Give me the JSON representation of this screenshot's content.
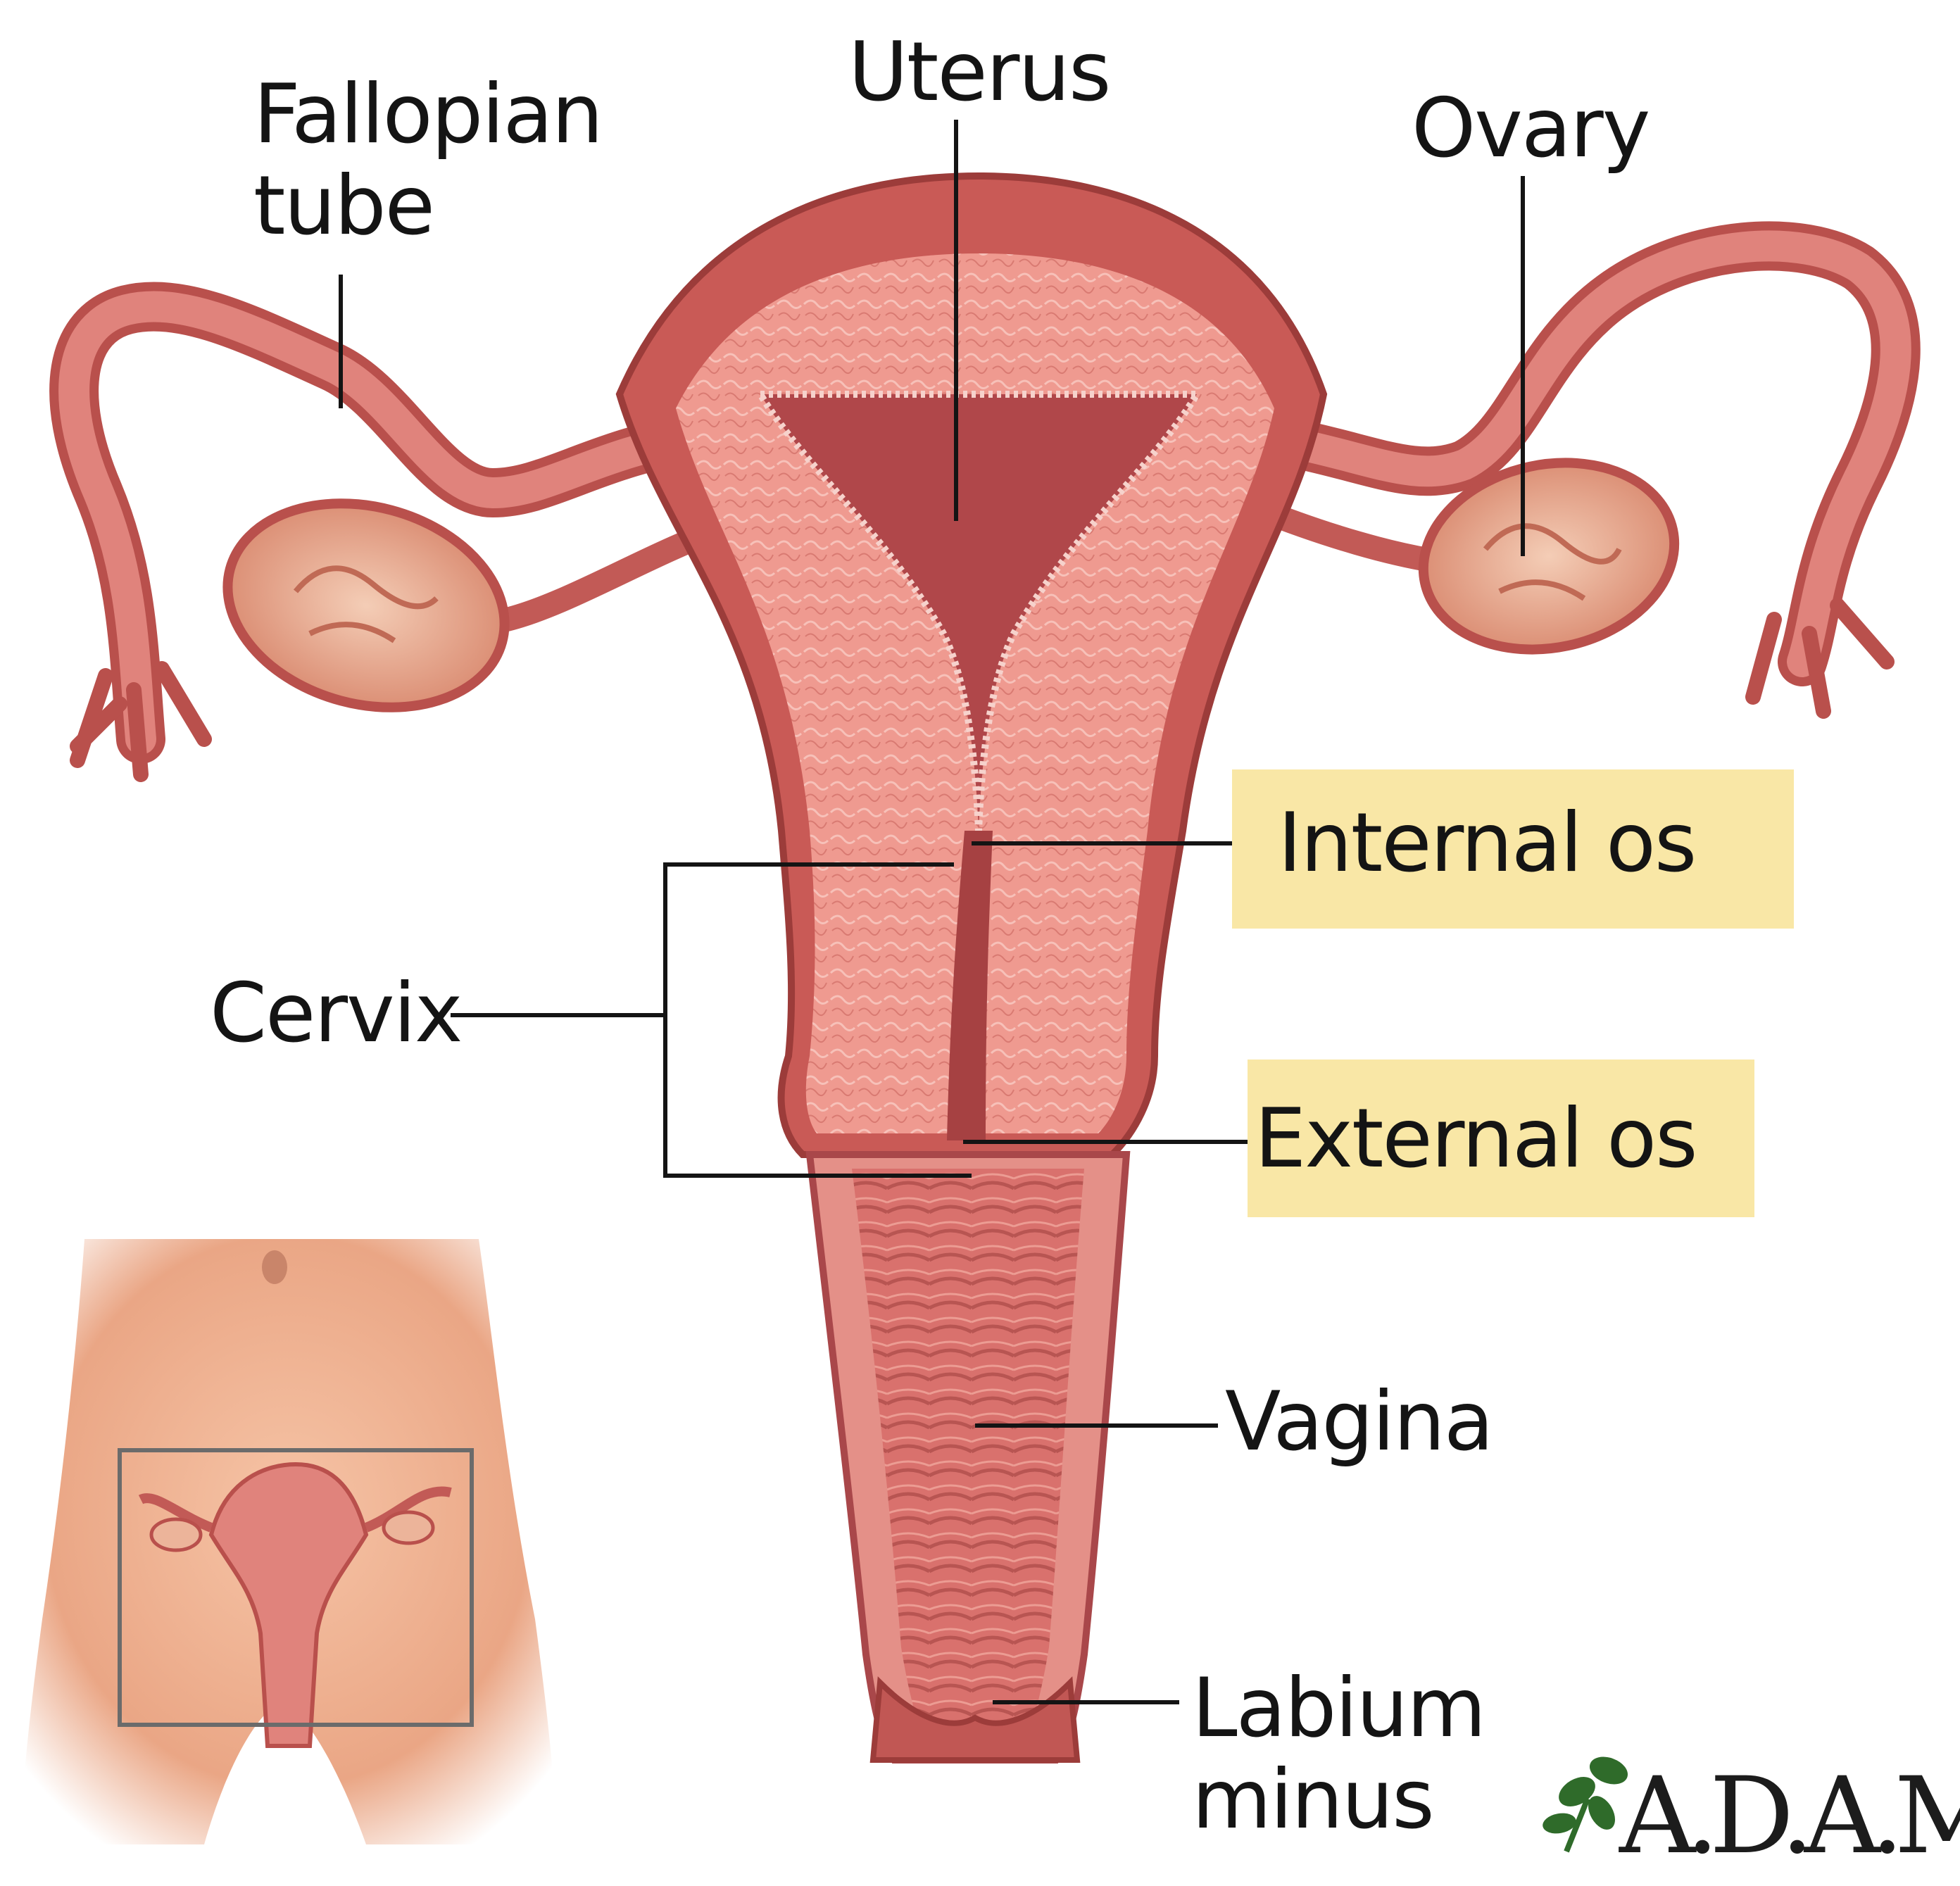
{
  "labels": {
    "fallopian_tube": "Fallopian tube",
    "uterus": "Uterus",
    "ovary": "Ovary",
    "internal_os": "Internal os",
    "cervix": "Cervix",
    "external_os": "External os",
    "vagina": "Vagina",
    "labium_minus": "Labium minus"
  },
  "logo": {
    "text": "A.D.A.M.",
    "icon": "leaf-icon"
  },
  "colors": {
    "highlight": "#f9e7a6",
    "tissue": "#e8877f",
    "tissue_dark": "#b44a48",
    "ovary": "#ecb49a",
    "skin": "#efb495",
    "label_line": "#141414"
  }
}
